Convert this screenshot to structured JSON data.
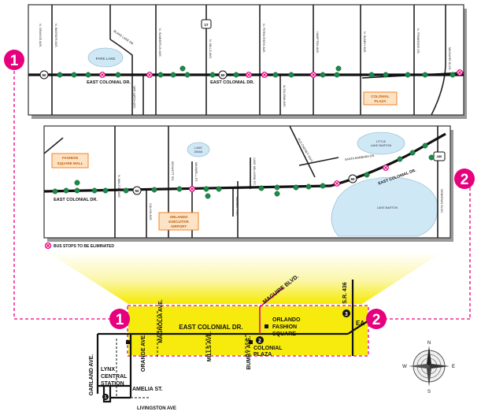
{
  "panel_top": {
    "streets_vertical": [
      "N. ORANGE AVE.",
      "N. WARNER AVE.",
      "BLAKE LAKE DR.",
      "N. SUMMERLIN AVE.",
      "N. MILLS AVE.",
      "N. FERNCREEK AVE.",
      "HAMPTON AVE.",
      "N. BUMBY AVE.",
      "N. PRIMROSE DR.",
      "MAGUIRE BLVD."
    ],
    "streets_other": [
      "CATHCART AVE.",
      "ALTALOMA AVE."
    ],
    "road_label": "EAST COLONIAL DR.",
    "lake_label": "PARK LAKE",
    "plaza_label": [
      "COLONIAL",
      "PLAZA"
    ],
    "shield_50": "50",
    "shield_17": "17"
  },
  "panel_mid": {
    "streets_vertical": [
      "N. WALTON AVE.",
      "BENNETT RD.",
      "MAXWELL ST.",
      "LAKE MILLVIEW ST.",
      "OLD CHENEY HWY.",
      "SEMORAN BLVD."
    ],
    "streets_other": [
      "CALVIN AVE.",
      "BASSETT ST.",
      "SANTA BARBARA DR."
    ],
    "road_label_left": "EAST COLONIAL DR.",
    "road_label_right": "EAST COLONIAL DR.",
    "lake_label_1": [
      "LAKE",
      "DEAN"
    ],
    "lake_label_2": [
      "LITTLE",
      "LAKE BARTON"
    ],
    "lake_label_3": "LAKE BARTON",
    "mall_label": [
      "FASHION",
      "SQUARE MALL"
    ],
    "airport_label": [
      "ORLANDO",
      "EXECUTIVE",
      "AIRPORT"
    ],
    "shield_50": "50",
    "shield_436": "436"
  },
  "legend": {
    "label": "BUS STOPS TO BE ELIMINATED"
  },
  "markers": {
    "one": "1",
    "two": "2",
    "three": "3"
  },
  "overview": {
    "street_mills": "MILLS AVE.",
    "street_magnolia": "MAGNOLIA AVE.",
    "street_orange": "ORANGE AVE.",
    "street_bumby": "BUMBY AVE.",
    "street_garland": "GARLAND AVE.",
    "street_sr436": "S.R. 436",
    "road_label": "EAST COLONIAL DR.",
    "maguire": "MAGUIRE BLVD.",
    "fashion_square": [
      "ORLANDO",
      "FASHION",
      "SQUARE"
    ],
    "colonial_plaza": [
      "COLONIAL",
      "PLAZA"
    ],
    "lynx_station": [
      "LYNX",
      "CENTRAL",
      "STATION"
    ],
    "amelia": "AMELIA ST.",
    "livingston": "LIVINGSTON AVE",
    "ea_cutoff": "EA"
  },
  "compass": {
    "n": "N",
    "s": "S",
    "e": "E",
    "w": "W"
  },
  "colors": {
    "magenta": "#e6007e",
    "yellow": "#f5ea00",
    "green": "#1c8a4a",
    "lake": "#cfe8f5",
    "orange_box": "#f58220"
  }
}
